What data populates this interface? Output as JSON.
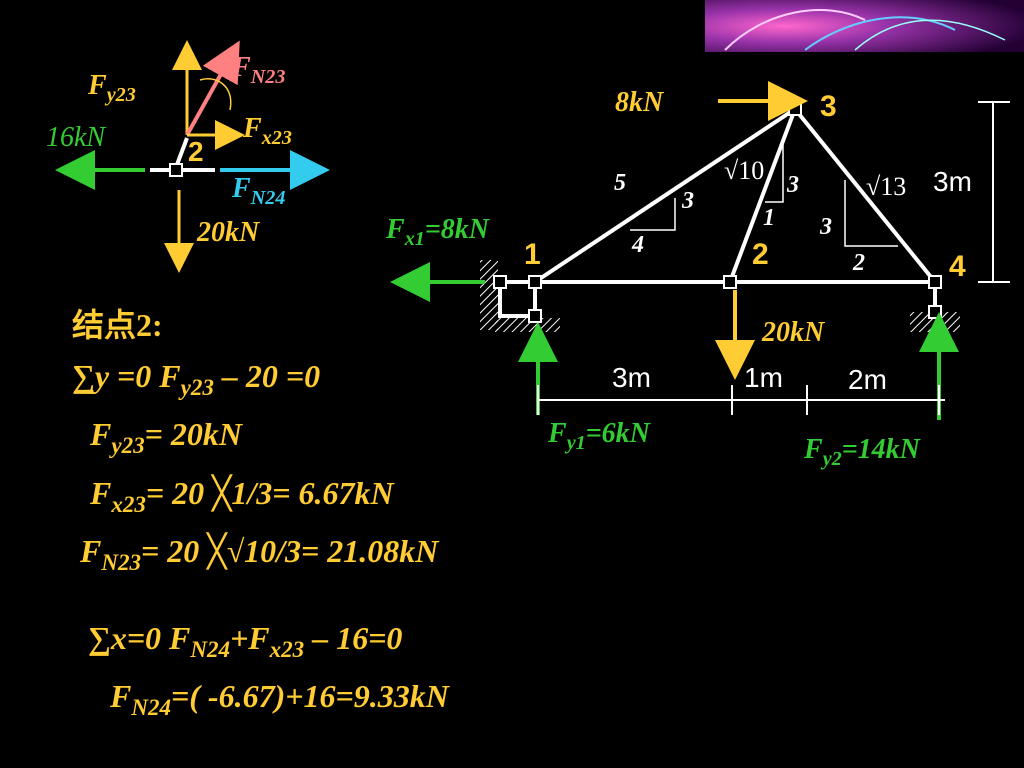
{
  "node2_diagram": {
    "fy23_main": "F",
    "fy23_sub": "y23",
    "fn23_main": "F",
    "fn23_sub": "N23",
    "fx23_main": "F",
    "fx23_sub": "x23",
    "fn24_main": "F",
    "fn24_sub": "N24",
    "left_force": "16kN",
    "down_force": "20kN",
    "node_label": "2"
  },
  "truss_diagram": {
    "top_force": "8kN",
    "left_reaction_main": "F",
    "left_reaction_sub": "x1",
    "left_reaction_value": "=8kN",
    "node_labels": [
      "1",
      "2",
      "3",
      "4"
    ],
    "load_20": "20kN",
    "fy1_main": "F",
    "fy1_sub": "y1",
    "fy1_value": "=6kN",
    "fy2_main": "F",
    "fy2_sub": "y2",
    "fy2_value": "=14kN",
    "slope_left": [
      "5",
      "3",
      "4"
    ],
    "slope_mid": [
      "√10",
      "3",
      "1"
    ],
    "slope_right": [
      "√13",
      "3",
      "2"
    ],
    "height_dim": "3m",
    "dims": [
      "3m",
      "1m",
      "2m"
    ]
  },
  "equations": {
    "heading": "结点2:",
    "eq1": "∑y =0   F",
    "eq1_sub": "y23",
    "eq1_rest": " – 20 =0",
    "eq2_main": "F",
    "eq2_sub": "y23",
    "eq2_rest": "= 20kN",
    "eq3_main": "F",
    "eq3_sub": "x23",
    "eq3_rest": "= 20 ╳1/3= 6.67kN",
    "eq4_main": "F",
    "eq4_sub": "N23",
    "eq4_rest": "= 20 ╳√10/3= 21.08kN",
    "eq5_a": "∑x=0   F",
    "eq5_sub1": "N24",
    "eq5_b": "+F",
    "eq5_sub2": "x23",
    "eq5_c": " – 16=0",
    "eq6_main": "F",
    "eq6_sub": "N24",
    "eq6_rest": "=( -6.67)+16=9.33kN"
  },
  "colors": {
    "background": "#000000",
    "text_yellow": "#ffcc33",
    "green": "#33cc33",
    "pink": "#ff8080",
    "cyan": "#33ccee",
    "member": "#ffffff"
  }
}
